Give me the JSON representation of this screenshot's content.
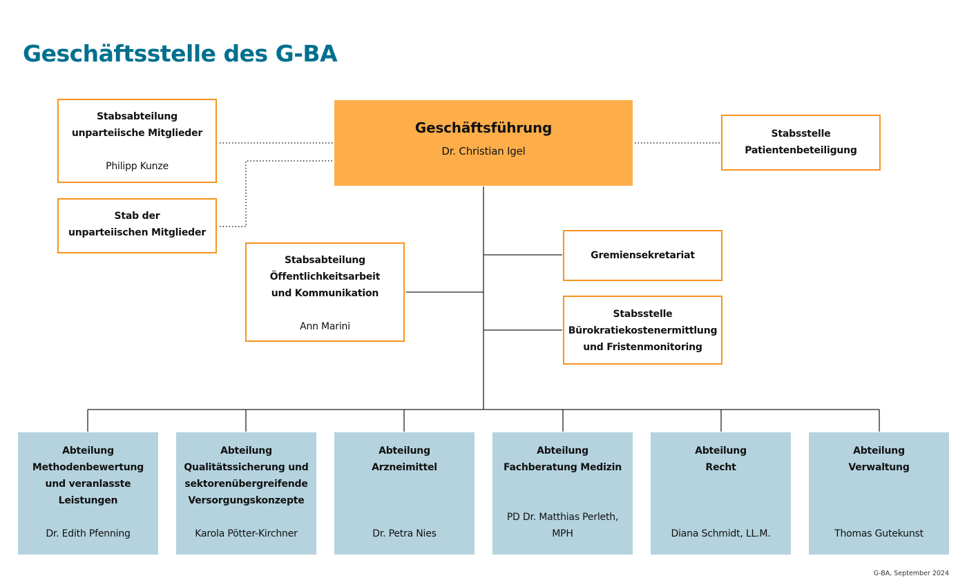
{
  "title": "Geschäftsstelle des G-BA",
  "head": {
    "title": "Geschäftsführung",
    "person": "Dr. Christian Igel"
  },
  "staff_units": [
    {
      "title": "Stabsabteilung\nunparteiische Mitglieder",
      "person": "Philipp Kunze"
    },
    {
      "title": "Stab der\nunparteiischen Mitglieder",
      "person": ""
    },
    {
      "title": "Stabsstelle\nPatientenbeteiligung",
      "person": ""
    },
    {
      "title": "Stabsabteilung\nÖffentlichkeitsarbeit\nund Kommunikation",
      "person": "Ann Marini"
    },
    {
      "title": "Gremiensekretariat",
      "person": ""
    },
    {
      "title": "Stabsstelle\nBürokratiekostenermittlung\nund Fristenmonitoring",
      "person": ""
    }
  ],
  "departments": [
    {
      "title": "Abteilung\nMethodenbewertung\nund veranlasste\nLeistungen",
      "person": "Dr. Edith Pfenning"
    },
    {
      "title": "Abteilung\nQualitätssicherung und\nsektorenübergreifende\nVersorgungskonzepte",
      "person": "Karola Pötter-Kirchner"
    },
    {
      "title": "Abteilung\nArzneimittel",
      "person": "Dr. Petra Nies"
    },
    {
      "title": "Abteilung\nFachberatung Medizin",
      "person": "PD Dr. Matthias Perleth,\nMPH"
    },
    {
      "title": "Abteilung\nRecht",
      "person": "Diana Schmidt, LL.M."
    },
    {
      "title": "Abteilung\nVerwaltung",
      "person": "Thomas Gutekunst"
    }
  ],
  "colors": {
    "title": "#00708f",
    "head_fill": "#fdae4a",
    "staff_border": "#f7931e",
    "dept_fill": "#b4d3de",
    "connector": "#222222"
  },
  "footer": "G-BA, September 2024"
}
